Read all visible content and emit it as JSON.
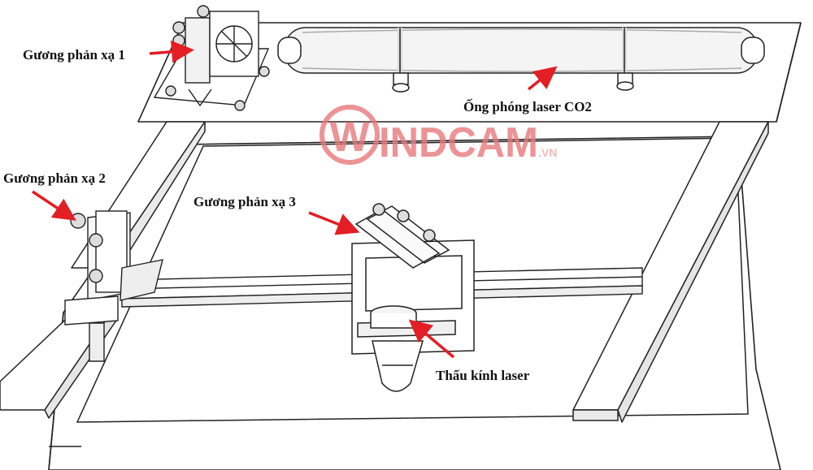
{
  "labels": {
    "mirror1": "Gương phản xạ 1",
    "mirror2": "Gương phản xạ 2",
    "mirror3": "Gương phản xạ 3",
    "tube": "Ống phóng laser CO2",
    "lens": "Thấu kính laser"
  },
  "watermark": {
    "brand": "INDCAM",
    "logo_letter": "W",
    "suffix": ".VN"
  },
  "colors": {
    "arrow": "#e31e24",
    "line": "#222222",
    "watermark": "#e8797c",
    "watermark_suffix": "#f3a7a9"
  }
}
